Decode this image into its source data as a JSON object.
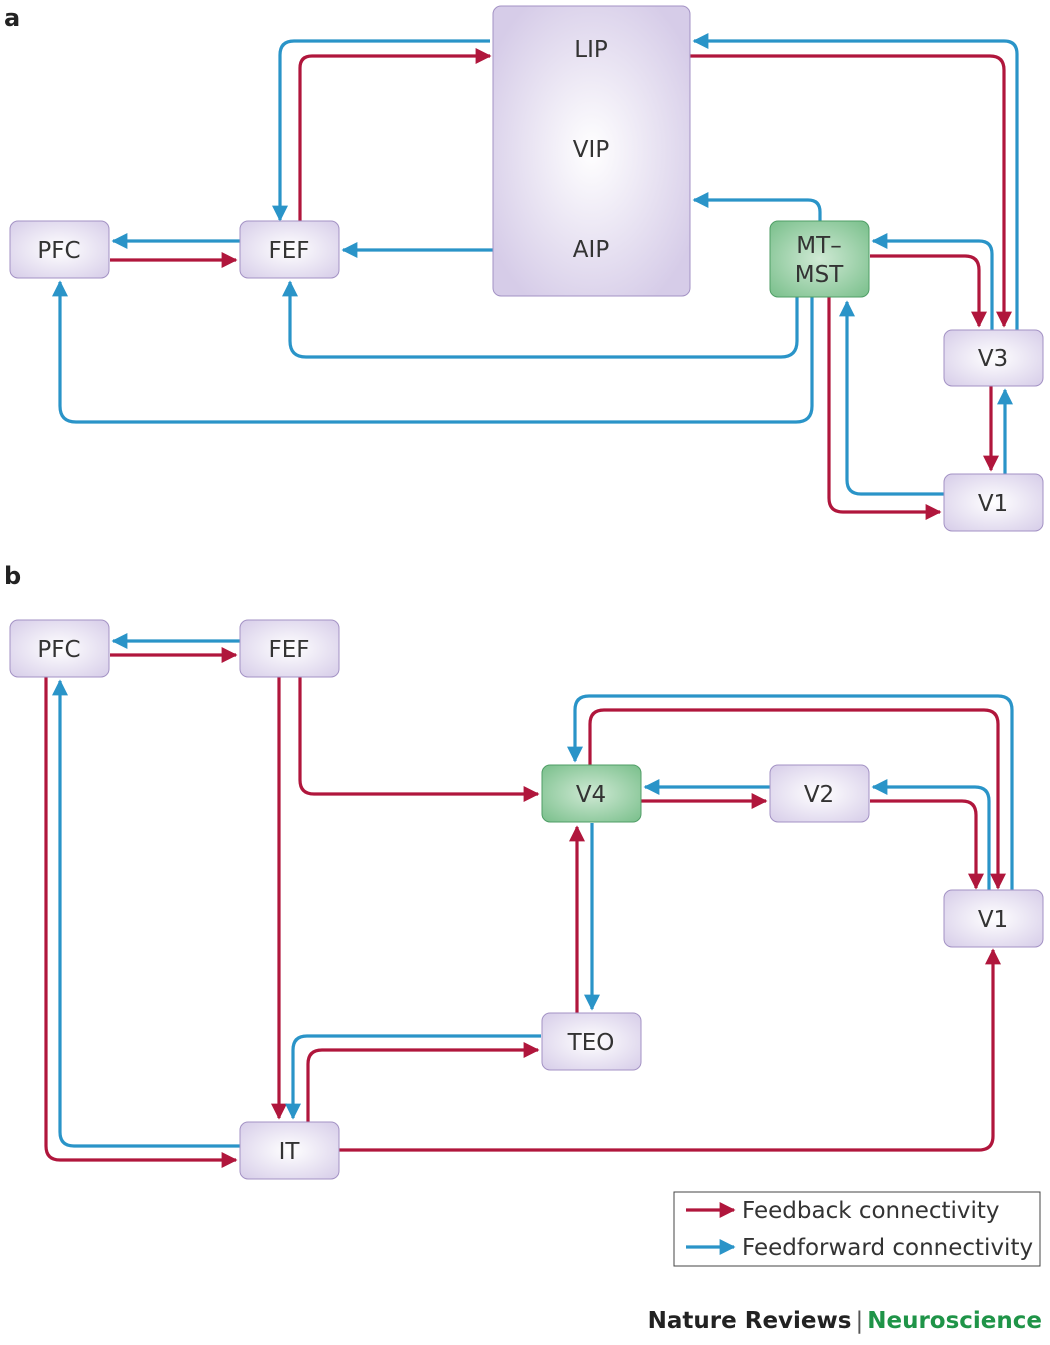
{
  "panels": [
    {
      "id": "a",
      "label": "a"
    },
    {
      "id": "b",
      "label": "b"
    }
  ],
  "nodes": {
    "a_lipvip": {
      "lines": [
        "LIP",
        "VIP",
        "AIP"
      ],
      "highlight": false
    },
    "a_pfc": {
      "lines": [
        "PFC"
      ],
      "highlight": false
    },
    "a_fef": {
      "lines": [
        "FEF"
      ],
      "highlight": false
    },
    "a_mt": {
      "lines": [
        "MT–",
        "MST"
      ],
      "highlight": true
    },
    "a_v3": {
      "lines": [
        "V3"
      ],
      "highlight": false
    },
    "a_v1": {
      "lines": [
        "V1"
      ],
      "highlight": false
    },
    "b_pfc": {
      "lines": [
        "PFC"
      ],
      "highlight": false
    },
    "b_fef": {
      "lines": [
        "FEF"
      ],
      "highlight": false
    },
    "b_v4": {
      "lines": [
        "V4"
      ],
      "highlight": true
    },
    "b_v2": {
      "lines": [
        "V2"
      ],
      "highlight": false
    },
    "b_v1": {
      "lines": [
        "V1"
      ],
      "highlight": false
    },
    "b_teo": {
      "lines": [
        "TEO"
      ],
      "highlight": false
    },
    "b_it": {
      "lines": [
        "IT"
      ],
      "highlight": false
    }
  },
  "legend": {
    "feedback_label": "Feedback connectivity",
    "feedforward_label": "Feedforward connectivity"
  },
  "colors": {
    "feedback": "#b0163c",
    "feedforward": "#2a94c8",
    "node_fill": "#e3dcef",
    "node_highlight_fill": "#8fcc9f",
    "journal_accent": "#1f9448"
  },
  "footer": {
    "journal": "Nature Reviews",
    "separator": "|",
    "field": "Neuroscience"
  }
}
